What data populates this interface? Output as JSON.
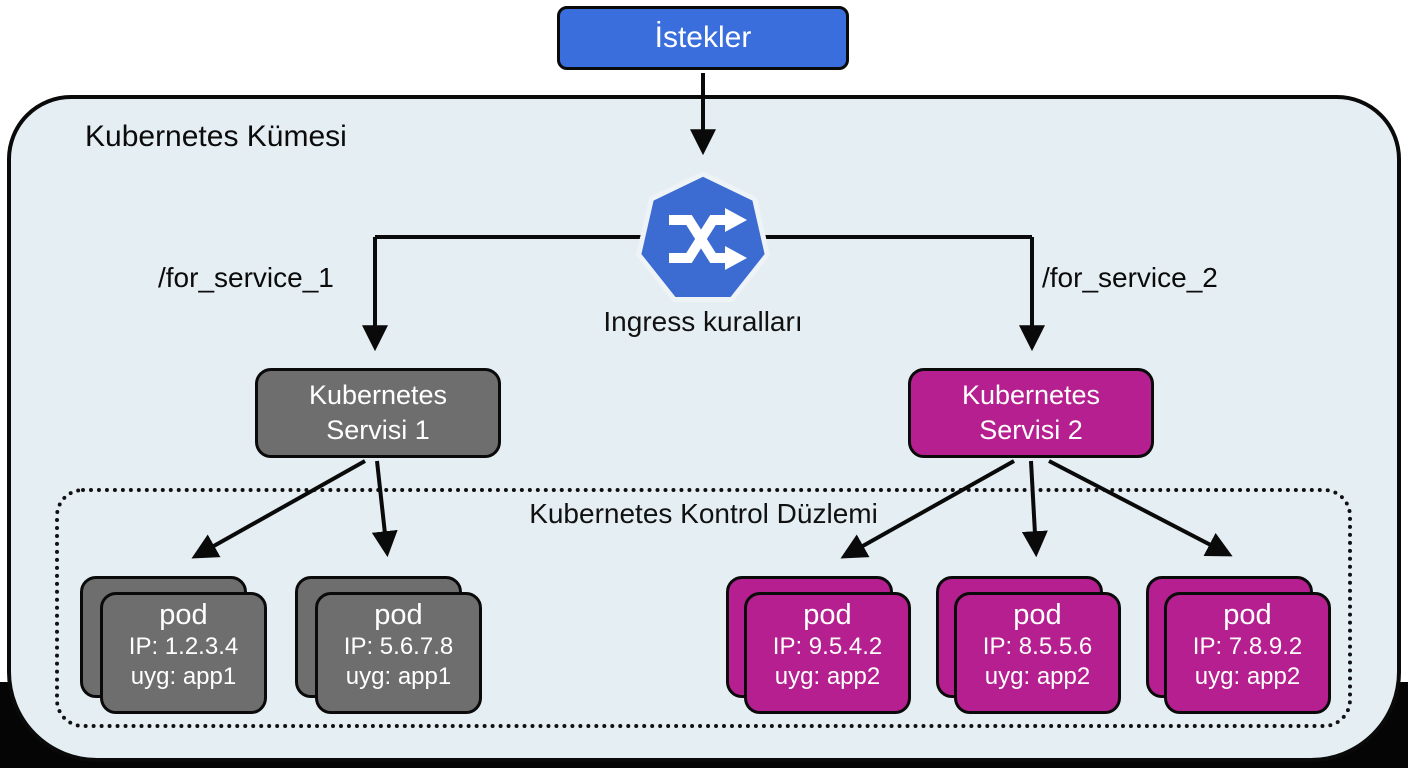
{
  "diagram": {
    "requests_label": "İstekler",
    "cluster_title": "Kubernetes Kümesi",
    "ingress": {
      "icon": "ingress-shuffle-icon",
      "label": "Ingress kuralları"
    },
    "routes": {
      "left": "/for_service_1",
      "right": "/for_service_2"
    },
    "control_plane_title": "Kubernetes Kontrol Düzlemi",
    "services": [
      {
        "line1": "Kubernetes",
        "line2": "Servisi 1",
        "color": "#6e6e6e"
      },
      {
        "line1": "Kubernetes",
        "line2": "Servisi 2",
        "color": "#b51f8f"
      }
    ],
    "pods": [
      {
        "title": "pod",
        "ip": "IP: 1.2.3.4",
        "app": "uyg: app1",
        "service": "Servisi 1",
        "color": "#6e6e6e"
      },
      {
        "title": "pod",
        "ip": "IP: 5.6.7.8",
        "app": "uyg: app1",
        "service": "Servisi 1",
        "color": "#6e6e6e"
      },
      {
        "title": "pod",
        "ip": "IP: 9.5.4.2",
        "app": "uyg: app2",
        "service": "Servisi 2",
        "color": "#b51f8f"
      },
      {
        "title": "pod",
        "ip": "IP: 8.5.5.6",
        "app": "uyg: app2",
        "service": "Servisi 2",
        "color": "#b51f8f"
      },
      {
        "title": "pod",
        "ip": "IP: 7.8.9.2",
        "app": "uyg: app2",
        "service": "Servisi 2",
        "color": "#b51f8f"
      }
    ],
    "colors": {
      "requests_blue": "#3b6edd",
      "heptagon_blue": "#3c6bd2",
      "cluster_background": "#e5eef3",
      "service1_gray": "#6e6e6e",
      "service2_magenta": "#b51f8f",
      "line_black": "#0a0a0a"
    }
  }
}
